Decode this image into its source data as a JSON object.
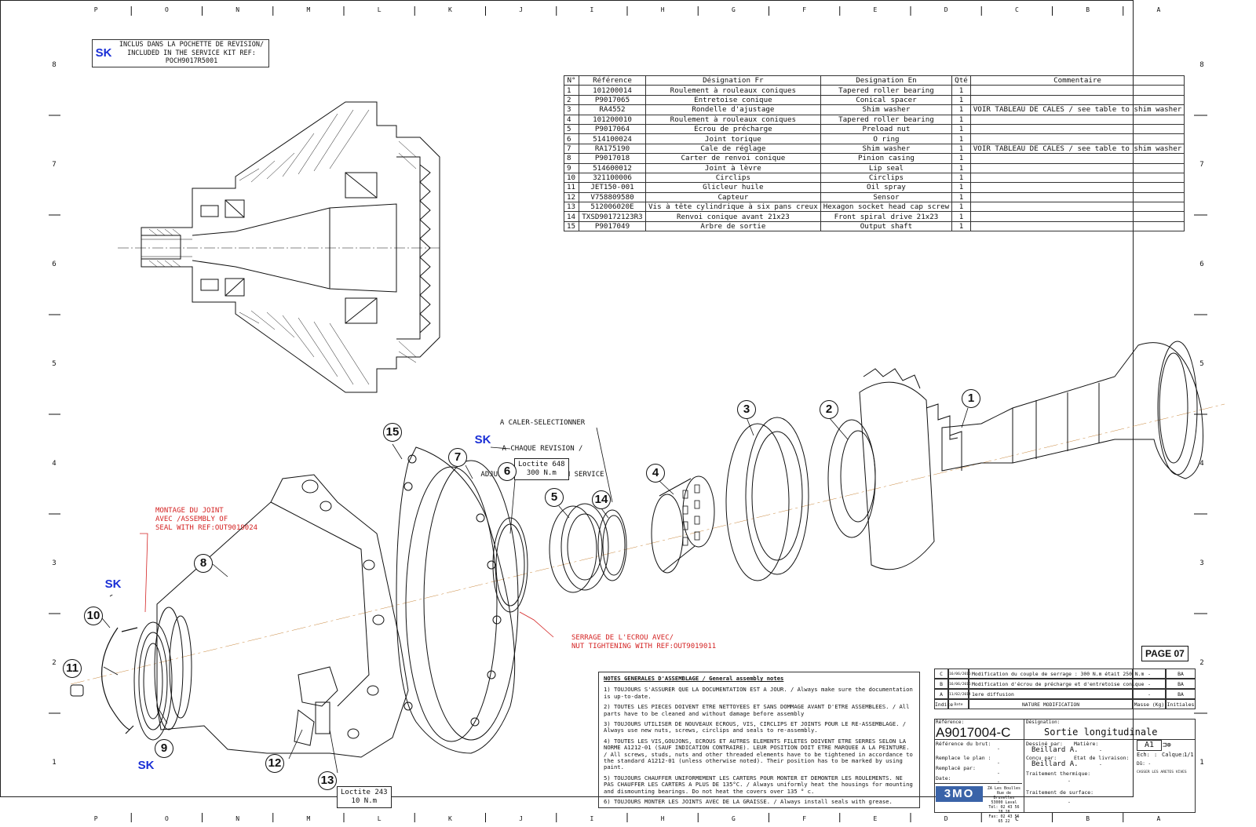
{
  "grid": {
    "letters": [
      "P",
      "O",
      "N",
      "M",
      "L",
      "K",
      "J",
      "I",
      "H",
      "G",
      "F",
      "E",
      "D",
      "C",
      "B",
      "A"
    ],
    "numbers": [
      "8",
      "7",
      "6",
      "5",
      "4",
      "3",
      "2",
      "1"
    ]
  },
  "service_kit": {
    "badge": "SK",
    "line1": "INCLUS DANS LA POCHETTE DE REVISION/",
    "line2": "INCLUDED IN THE SERVICE KIT REF:",
    "line3": "POCH9017R5001"
  },
  "bom": {
    "headers": [
      "N°",
      "Référence",
      "Désignation Fr",
      "Designation En",
      "Qté",
      "Commentaire"
    ],
    "rows": [
      [
        "1",
        "101200014",
        "Roulement à rouleaux coniques",
        "Tapered roller bearing",
        "1",
        ""
      ],
      [
        "2",
        "P9017065",
        "Entretoise conique",
        "Conical spacer",
        "1",
        ""
      ],
      [
        "3",
        "RA4552",
        "Rondelle d'ajustage",
        "Shim washer",
        "1",
        "VOIR TABLEAU DE CALES / see table to shim washer"
      ],
      [
        "4",
        "101200010",
        "Roulement à rouleaux coniques",
        "Tapered roller bearing",
        "1",
        ""
      ],
      [
        "5",
        "P9017064",
        "Ecrou de précharge",
        "Preload nut",
        "1",
        ""
      ],
      [
        "6",
        "514100024",
        "Joint torique",
        "O ring",
        "1",
        ""
      ],
      [
        "7",
        "RA175190",
        "Cale de réglage",
        "Shim washer",
        "1",
        "VOIR TABLEAU DE CALES / see table to shim washer"
      ],
      [
        "8",
        "P9017018",
        "Carter de renvoi conique",
        "Pinion casing",
        "1",
        ""
      ],
      [
        "9",
        "514600012",
        "Joint à lèvre",
        "Lip seal",
        "1",
        ""
      ],
      [
        "10",
        "321100006",
        "Circlips",
        "Circlips",
        "1",
        ""
      ],
      [
        "11",
        "JET150-001",
        "Glicleur huile",
        "Oil spray",
        "1",
        ""
      ],
      [
        "12",
        "V758809580",
        "Capteur",
        "Sensor",
        "1",
        ""
      ],
      [
        "13",
        "512006020E",
        "Vis à tête cylindrique à six pans creux",
        "Hexagon socket head cap screw",
        "1",
        ""
      ],
      [
        "14",
        "TXSD90172123R3",
        "Renvoi conique avant 21x23",
        "Front spiral drive 21x23",
        "1",
        ""
      ],
      [
        "15",
        "P9017049",
        "Arbre de sortie",
        "Output shaft",
        "1",
        ""
      ]
    ]
  },
  "callouts": {
    "adjust_line1": "A CALER-SELECTIONNER",
    "adjust_line2": "A CHAQUE REVISION /",
    "adjust_line3": "ADJUST-SELECT AT EACH SERVICE",
    "loctite648_l1": "Loctite 648",
    "loctite648_l2": "300 N.m",
    "loctite243_l1": "Loctite 243",
    "loctite243_l2": "10 N.m",
    "seal_l1": "MONTAGE DU JOINT",
    "seal_l2": "AVEC /ASSEMBLY OF",
    "seal_l3": "SEAL WITH REF:OUT9019024",
    "nut_l1": "SERRAGE DE L'ECROU AVEC/",
    "nut_l2": "NUT TIGHTENING WITH REF:OUT9019011",
    "page": "PAGE 07"
  },
  "bubbles": [
    "1",
    "2",
    "3",
    "4",
    "5",
    "6",
    "7",
    "8",
    "9",
    "10",
    "11",
    "12",
    "13",
    "14",
    "15"
  ],
  "notes": {
    "title": "NOTES GENERALES D'ASSEMBLAGE / General assembly notes",
    "items": [
      "1) TOUJOURS S'ASSURER QUE LA DOCUMENTATION EST A JOUR. / Always make sure the documentation is up-to-date.",
      "2) TOUTES LES PIECES DOIVENT ETRE NETTOYEES ET SANS DOMMAGE AVANT D'ETRE ASSEMBLEES. / All parts have to be cleaned and without damage before assembly",
      "3) TOUJOURS UTILISER DE NOUVEAUX ECROUS, VIS, CIRCLIPS ET JOINTS POUR LE RE-ASSEMBLAGE. / Always use new nuts, screws, circlips and seals to re-assembly.",
      "4) TOUTES LES VIS,GOUJONS, ECROUS ET AUTRES ELEMENTS FILETES DOIVENT ETRE SERRES SELON LA NORME A1212-01 (SAUF INDICATION CONTRAIRE). LEUR POSITION DOIT ETRE MARQUEE A LA PEINTURE. / All screws, studs, nuts and other threaded elements have to be tightened in accordance to the standard A1212-01 (unless otherwise noted). Their position has to be marked by using paint.",
      "5) TOUJOURS CHAUFFER UNIFORMEMENT LES CARTERS POUR MONTER ET DEMONTER LES ROULEMENTS. NE PAS CHAUFFER LES CARTERS A PLUS DE 135°C. / Always uniformly heat the housings for mounting and dismounting bearings. Do not heat the covers over 135 ° c.",
      "6) TOUJOURS MONTER LES JOINTS AVEC DE LA GRAISSE. / Always install seals with grease."
    ]
  },
  "revisions": [
    {
      "idx": "C",
      "date": "16/06/2016",
      "text": "Modification du couple de serrage : 300 N.m était 250 N.m",
      "mass": "-",
      "init": "BA"
    },
    {
      "idx": "B",
      "date": "16/06/2016",
      "text": "Modification d'écrou de précharge et d'entretoise conique",
      "mass": "-",
      "init": "BA"
    },
    {
      "idx": "A",
      "date": "11/02/2014",
      "text": "1ere diffusion",
      "mass": "-",
      "init": "BA"
    }
  ],
  "rev_header": {
    "idx": "Indice",
    "date": "Date",
    "nature": "NATURE MODIFICATION",
    "mass": "Masse (Kg)",
    "init": "Initiales"
  },
  "title_block": {
    "ref_label": "Référence:",
    "reference": "A9017004-C",
    "desig_label": "Désignation:",
    "designation": "Sortie longitudinale",
    "format": "A1",
    "scale_label": "Ech:",
    "scale": ":",
    "layer_label": "Calque:",
    "layer": "1/1",
    "brut_label": "Référence du brut:",
    "brut": "-",
    "dessine_label": "Dessiné par:",
    "dessine": "Beillard A.",
    "matiere_label": "Matière:",
    "matiere": "-",
    "remplace_label": "Remplace le plan :",
    "remplace": "-",
    "concu_label": "Conçu par:",
    "concu": "Beillard A.",
    "etat_label": "Etat de livraison:",
    "etat": "-",
    "remplace_par_label": "Remplacé par:",
    "remplace_par": "-",
    "date_label": "Date:",
    "date": "-",
    "trait_therm_label": "Traitement thermique:",
    "trait_therm": "-",
    "trait_surf_label": "Traitement de surface:",
    "trait_surf": "-",
    "company": "3MO",
    "addr1": "ZA Les Boulles",
    "addr2": "Rue de Bruxelles",
    "addr3": "53000 Laval",
    "tel": "Tél: 02 43 56 28 28",
    "fax": "Fax: 02 43 56 65 22",
    "gen_notes": "CASSER LES ARETES VIVES",
    "dup": "PAGE 07",
    "dim_unit": "Dû: -"
  },
  "colors": {
    "sk": "#1a2fd6",
    "red_note": "#d42323",
    "line": "#111111"
  }
}
